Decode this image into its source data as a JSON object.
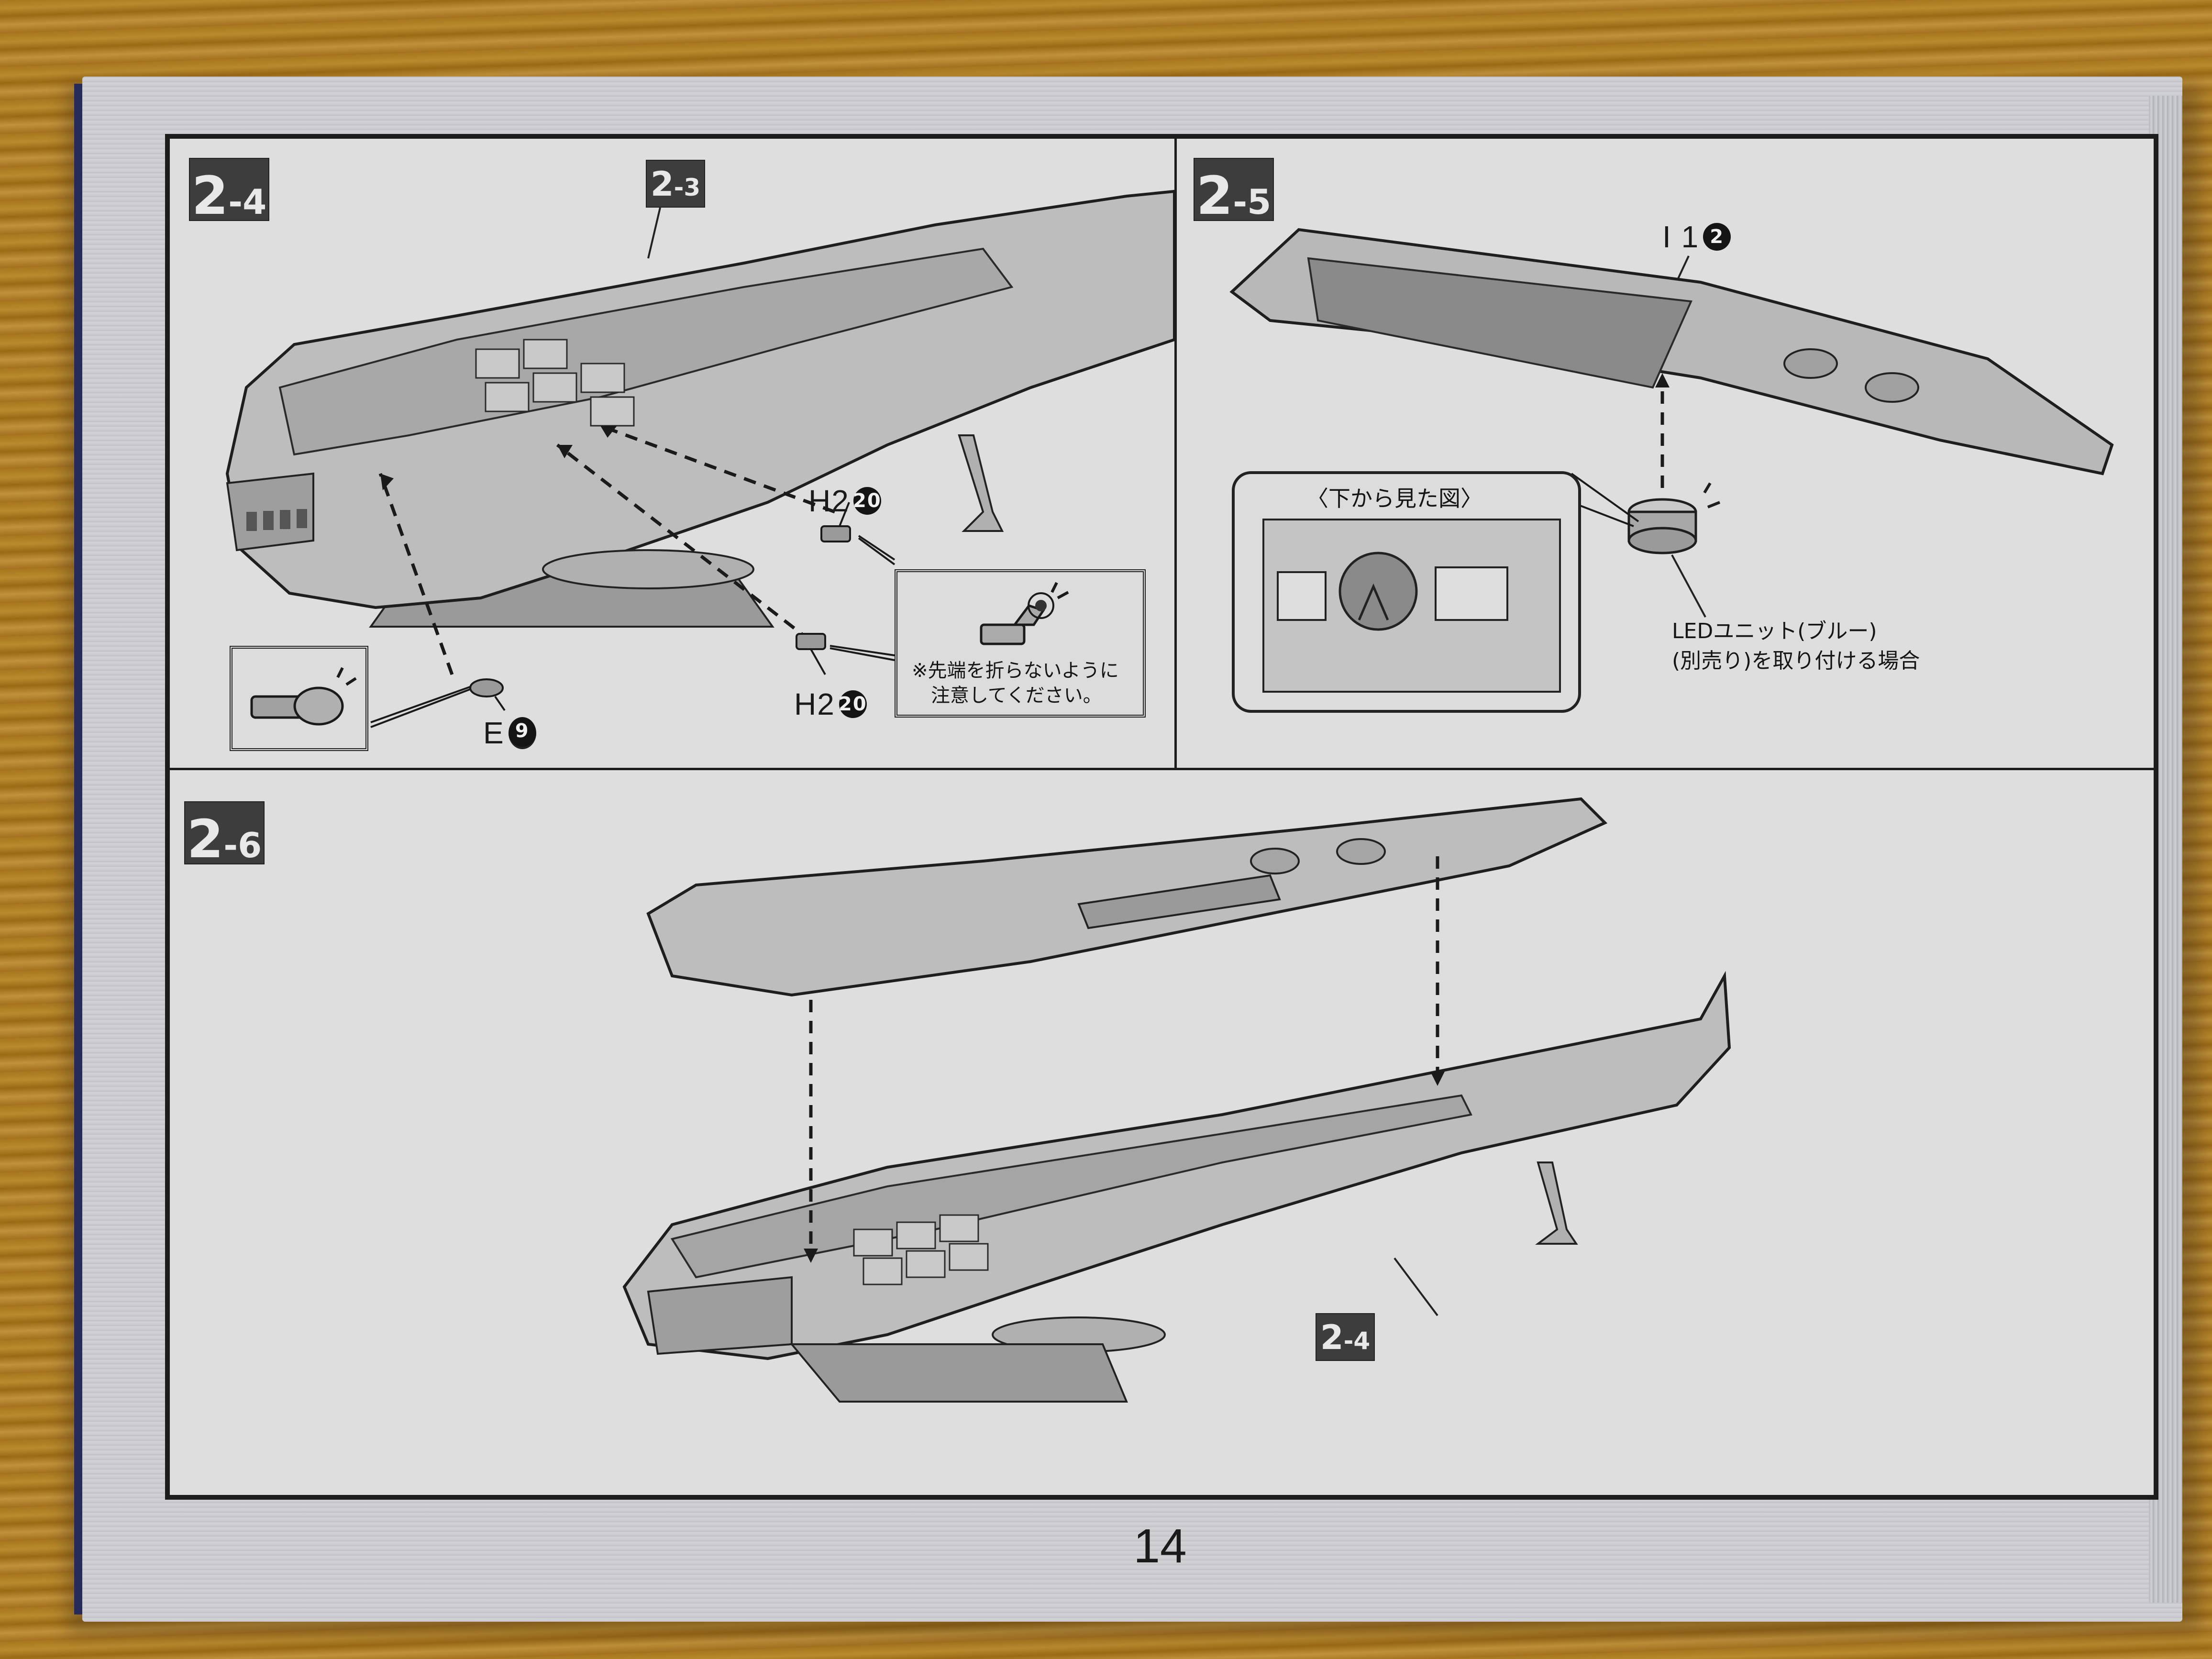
{
  "manual": {
    "page_number": "14",
    "colors": {
      "frame_border": "#1d1d1d",
      "panel_bg": "#dedede",
      "badge_bg": "#3d3d3d",
      "badge_text": "#e8e8e8",
      "ship_fill": "#b8b8b8",
      "ship_dark": "#8a8a8a",
      "wood": "#a8771e",
      "cover_edge": "#262b5a"
    }
  },
  "step_2_4": {
    "badge": {
      "major": "2",
      "minor": "-4"
    },
    "ref_badge": {
      "major": "2",
      "minor": "-3"
    },
    "parts": [
      {
        "code": "H2",
        "number": "20"
      },
      {
        "code": "H2",
        "number": "20"
      },
      {
        "code": "E",
        "number": "9"
      }
    ],
    "note": {
      "line1": "※先端を折らないように",
      "line2": "注意してください。"
    },
    "icons": [
      "part-closeup-icon",
      "tip-warning-icon"
    ]
  },
  "step_2_5": {
    "badge": {
      "major": "2",
      "minor": "-5"
    },
    "part": {
      "code": "I 1",
      "number": "2"
    },
    "inset_title": "〈下から見た図〉",
    "caption": {
      "line1": "LEDユニット(ブルー)",
      "line2": "(別売り)を取り付ける場合"
    }
  },
  "step_2_6": {
    "badge": {
      "major": "2",
      "minor": "-6"
    },
    "ref_badge": {
      "major": "2",
      "minor": "-4"
    }
  }
}
